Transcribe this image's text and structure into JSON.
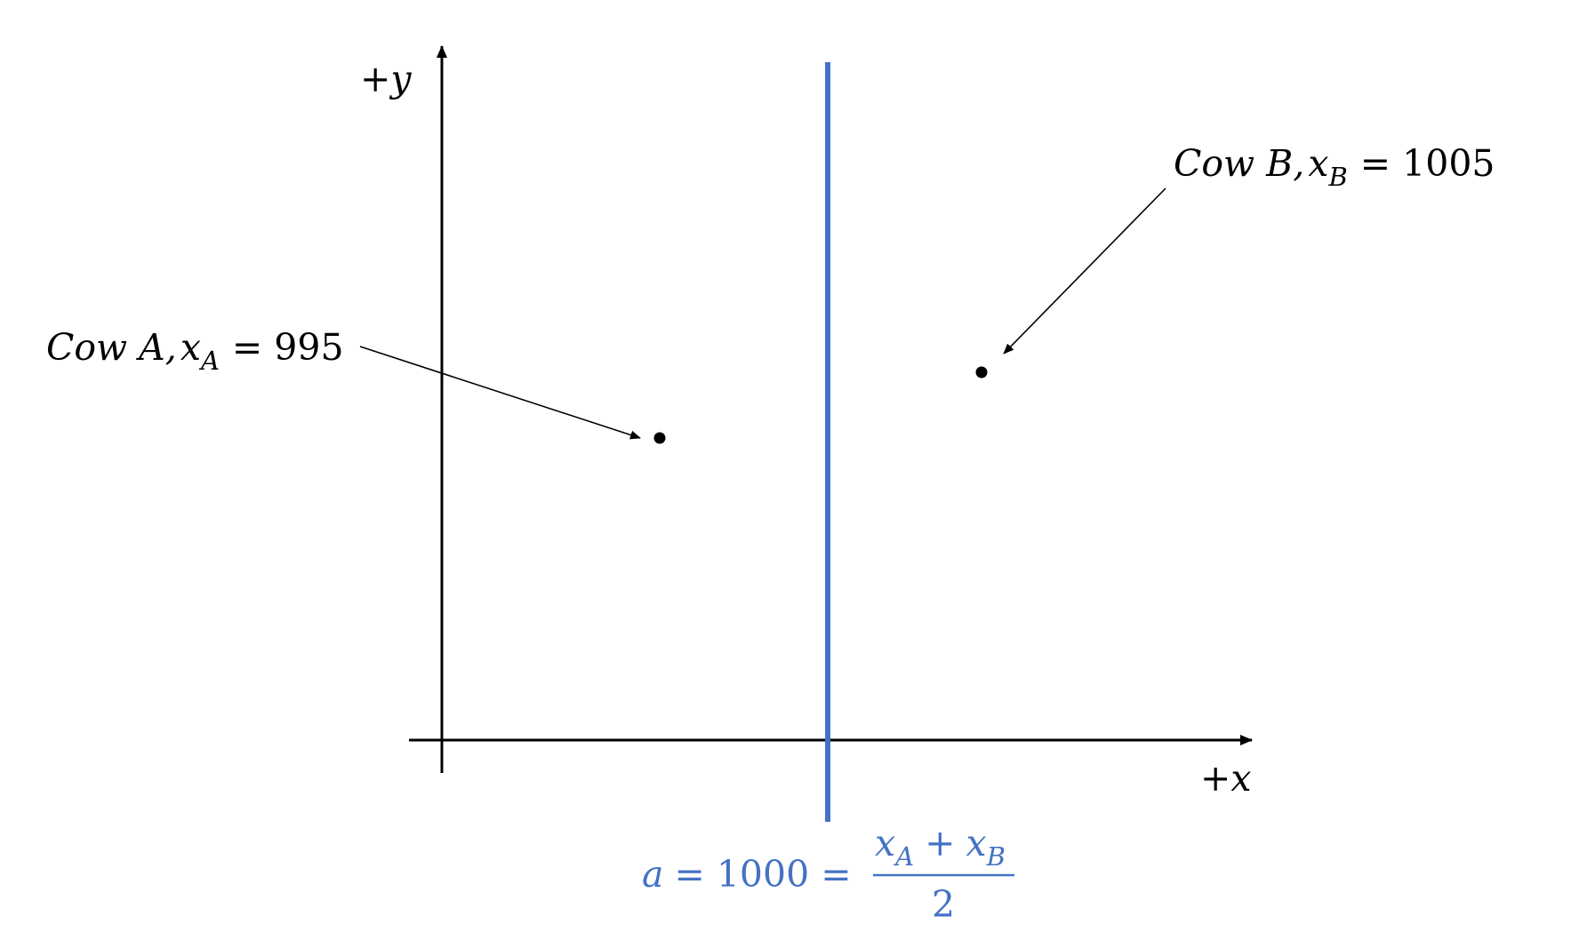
{
  "colors": {
    "axis": "#000000",
    "midline": "#4472c4",
    "formula": "#4472c4",
    "point": "#000000"
  },
  "axes": {
    "x_label_sign": "+",
    "x_label_var": "x",
    "y_label_sign": "+",
    "y_label_var": "y"
  },
  "cow_a": {
    "name": "Cow A,",
    "var": "x",
    "sub": "A",
    "eq": "= 995"
  },
  "cow_b": {
    "name": "Cow B,",
    "var": "x",
    "sub": "B",
    "eq": "= 1005"
  },
  "formula": {
    "lhs_var": "a",
    "lhs_eq": "= 1000 =",
    "num_var1": "x",
    "num_sub1": "A",
    "num_plus": "+",
    "num_var2": "x",
    "num_sub2": "B",
    "den": "2"
  }
}
